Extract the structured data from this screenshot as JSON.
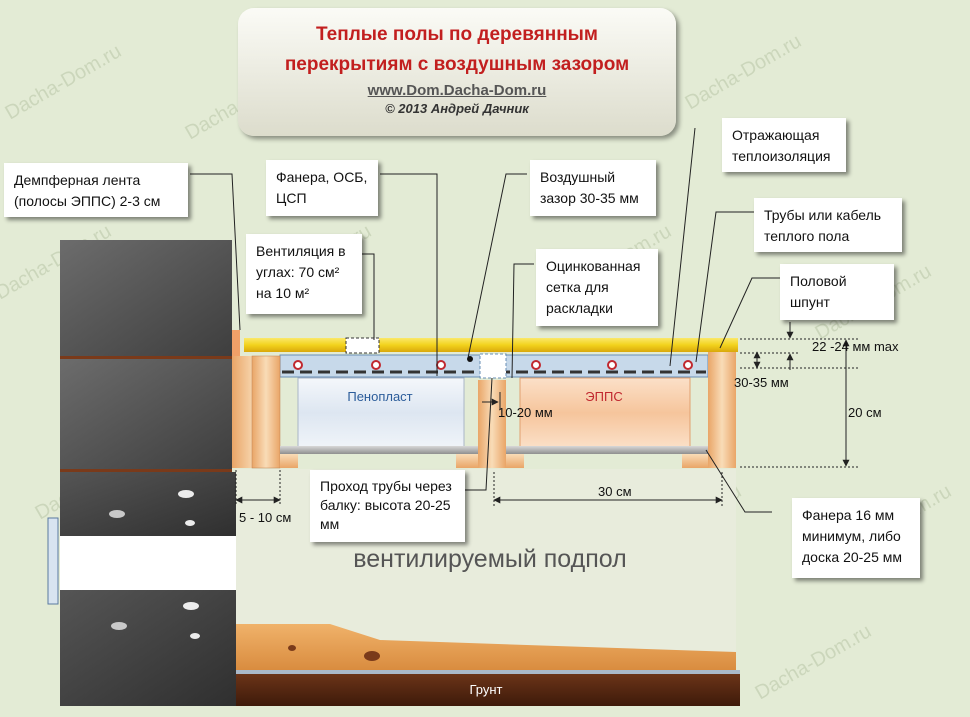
{
  "title": {
    "line1": "Теплые полы по деревянным",
    "line2": "перекрытиям с воздушным зазором",
    "url": "www.Dom.Dacha-Dom.ru",
    "copyright": "© 2013 Андрей Дачник"
  },
  "watermark": "Dacha-Dom.ru",
  "callouts": {
    "damper": {
      "l1": "Демпферная лента",
      "l2": "(полосы ЭППС) 2-3 см"
    },
    "plywood_osb": {
      "l1": "Фанера, ОСБ,",
      "l2": "ЦСП"
    },
    "air_gap": {
      "l1": "Воздушный",
      "l2": "зазор 30-35 мм"
    },
    "reflective": {
      "l1": "Отражающая",
      "l2": "теплоизоляция"
    },
    "pipes": {
      "l1": "Трубы или кабель",
      "l2": "теплого пола"
    },
    "ventilation": {
      "l1": "Вентиляция в",
      "l2": "углах: 70 см²",
      "l3": "на 10 м²"
    },
    "mesh": {
      "l1": "Оцинкованная",
      "l2": "сетка для",
      "l3": "раскладки"
    },
    "tongue": {
      "l1": "Половой",
      "l2": "шпунт"
    },
    "pass": {
      "l1": "Проход трубы через",
      "l2": "балку: высота  20-25",
      "l3": "мм"
    },
    "plywood16": {
      "l1": "Фанера 16 мм",
      "l2": "минимум, либо",
      "l3": "доска 20-25 мм"
    }
  },
  "dims": {
    "top_thickness": "22 -24 мм max",
    "gap": "30-35 мм",
    "height": "20 см",
    "notch": "10-20 мм",
    "spacing": "30 см",
    "wall_gap": "5 - 10 см"
  },
  "labels": {
    "penoplast": "Пенопласт",
    "epps": "ЭППС",
    "subfloor": "вентилируемый подпол",
    "ground": "Грунт"
  },
  "colors": {
    "background": "#e3ebd5",
    "title_red": "#c21f1f",
    "yellow_floor": "#f2d21c",
    "wood": "#f3c38f",
    "epps": "#f7c7a0",
    "pipe_red": "#c0282f",
    "wall_dark": "#4d4d4d",
    "ground": "#5a2a14"
  }
}
